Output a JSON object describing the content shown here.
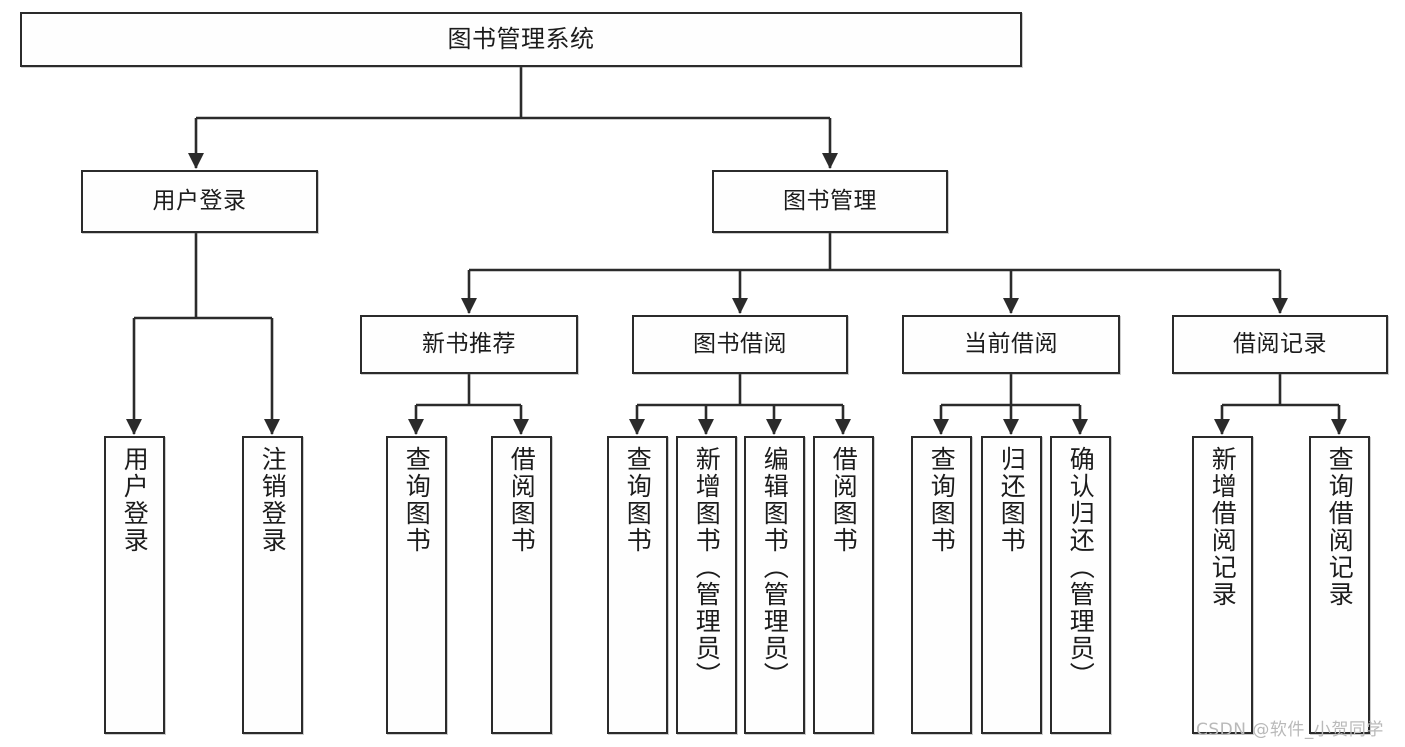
{
  "diagram": {
    "title": "图书管理系统",
    "watermark": "CSDN @软件_小贺同学",
    "colors": {
      "stroke": "#2b2b2b",
      "node_fill": "#fefefe",
      "text": "#1c1c1c",
      "background": "#ffffff",
      "watermark": "#b9b9b9"
    },
    "nodes": {
      "root": {
        "label": "图书管理系统"
      },
      "level1": [
        {
          "label": "用户登录"
        },
        {
          "label": "图书管理"
        }
      ],
      "level2": [
        {
          "label": "新书推荐"
        },
        {
          "label": "图书借阅"
        },
        {
          "label": "当前借阅"
        },
        {
          "label": "借阅记录"
        }
      ],
      "leaves": {
        "user_login": [
          {
            "label": "用户登录"
          },
          {
            "label": "注销登录"
          }
        ],
        "new_book": [
          {
            "label": "查询图书"
          },
          {
            "label": "借阅图书"
          }
        ],
        "book_borrow": [
          {
            "label": "查询图书"
          },
          {
            "label": "新增图书（管理员）"
          },
          {
            "label": "编辑图书（管理员）"
          },
          {
            "label": "借阅图书"
          }
        ],
        "current_borrow": [
          {
            "label": "查询图书"
          },
          {
            "label": "归还图书"
          },
          {
            "label": "确认归还（管理员）"
          }
        ],
        "borrow_record": [
          {
            "label": "新增借阅记录"
          },
          {
            "label": "查询借阅记录"
          }
        ]
      }
    }
  }
}
